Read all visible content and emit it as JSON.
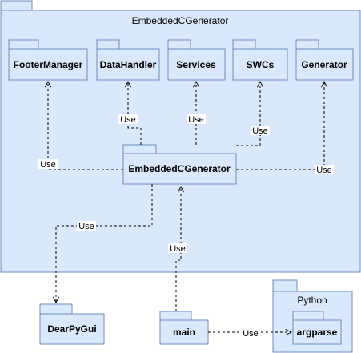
{
  "diagram": {
    "type": "uml-package-diagram",
    "container": {
      "name": "EmbeddedCGenerator"
    },
    "packages": {
      "footer_manager": "FooterManager",
      "data_handler": "DataHandler",
      "services": "Services",
      "swcs": "SWCs",
      "generator": "Generator",
      "core": "EmbeddedCGenerator",
      "dear_py_gui": "DearPyGui",
      "main": "main",
      "python": "Python",
      "argparse": "argparse"
    },
    "dependency_label": "Use",
    "dependencies": [
      {
        "from": "EmbeddedCGenerator",
        "to": "FooterManager",
        "label": "Use"
      },
      {
        "from": "EmbeddedCGenerator",
        "to": "DataHandler",
        "label": "Use"
      },
      {
        "from": "EmbeddedCGenerator",
        "to": "Services",
        "label": "Use"
      },
      {
        "from": "EmbeddedCGenerator",
        "to": "SWCs",
        "label": "Use"
      },
      {
        "from": "EmbeddedCGenerator",
        "to": "Generator",
        "label": "Use"
      },
      {
        "from": "EmbeddedCGenerator",
        "to": "DearPyGui",
        "label": "Use"
      },
      {
        "from": "main",
        "to": "EmbeddedCGenerator",
        "label": "Use"
      },
      {
        "from": "main",
        "to": "argparse",
        "label": "Use"
      }
    ],
    "colors": {
      "fill": "#dae8fc",
      "stroke": "#6c8ebf",
      "line": "#000000"
    }
  }
}
